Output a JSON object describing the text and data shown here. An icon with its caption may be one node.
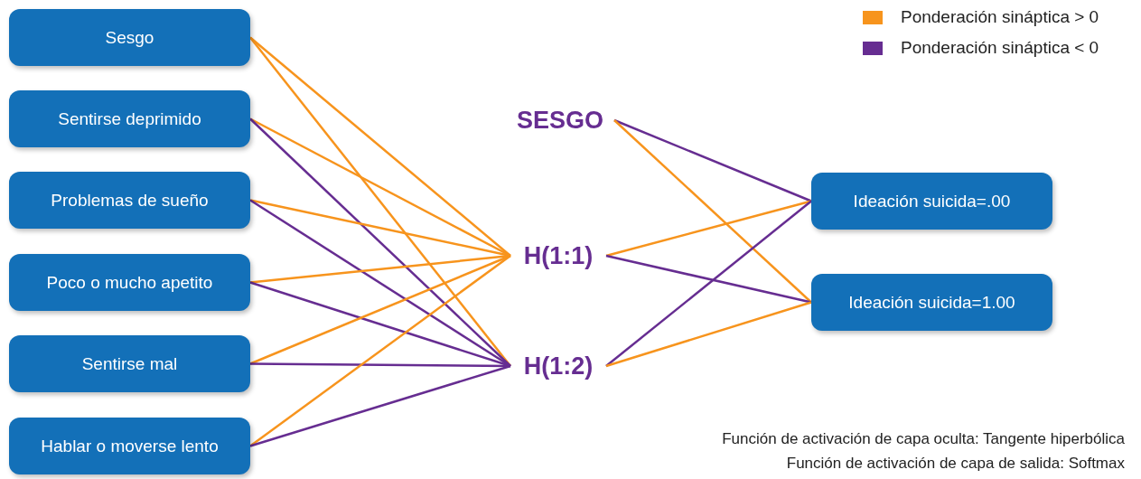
{
  "diagram": {
    "nodes": [
      {
        "text": [
          "Sesgo"
        ]
      },
      {
        "text": [
          "Sentirse deprimido"
        ]
      },
      {
        "text": [
          "Problemas de sueño"
        ]
      },
      {
        "text": [
          "Poco o mucho apetito"
        ]
      },
      {
        "text": [
          "Sentirse mal"
        ]
      },
      {
        "text": [
          "Hablar o moverse lento"
        ]
      },
      {
        "text": [
          "SESGO"
        ]
      },
      {
        "text": [
          "H(1:1)"
        ]
      },
      {
        "text": [
          "H(1:2)"
        ]
      },
      {
        "text": [
          "Ideación suicida=.00"
        ]
      },
      {
        "text": [
          "Ideación suicida=1.00"
        ]
      }
    ],
    "edges": [
      {
        "from": 0,
        "to": 7,
        "arrow": "none",
        "color": "#f7941d"
      },
      {
        "from": 0,
        "to": 8,
        "arrow": "none",
        "color": "#f7941d"
      },
      {
        "from": 1,
        "to": 7,
        "arrow": "none",
        "color": "#f7941d"
      },
      {
        "from": 1,
        "to": 8,
        "arrow": "none",
        "color": "#662d91"
      },
      {
        "from": 2,
        "to": 7,
        "arrow": "none",
        "color": "#f7941d"
      },
      {
        "from": 2,
        "to": 8,
        "arrow": "none",
        "color": "#662d91"
      },
      {
        "from": 3,
        "to": 7,
        "arrow": "none",
        "color": "#f7941d"
      },
      {
        "from": 3,
        "to": 8,
        "arrow": "none",
        "color": "#662d91"
      },
      {
        "from": 4,
        "to": 7,
        "arrow": "none",
        "color": "#f7941d"
      },
      {
        "from": 4,
        "to": 8,
        "arrow": "none",
        "color": "#662d91"
      },
      {
        "from": 5,
        "to": 7,
        "arrow": "none",
        "color": "#f7941d"
      },
      {
        "from": 5,
        "to": 8,
        "arrow": "none",
        "color": "#662d91"
      },
      {
        "from": 6,
        "to": 9,
        "arrow": "none",
        "color": "#662d91"
      },
      {
        "from": 6,
        "to": 10,
        "arrow": "none",
        "color": "#f7941d"
      },
      {
        "from": 7,
        "to": 9,
        "arrow": "none",
        "color": "#f7941d"
      },
      {
        "from": 7,
        "to": 10,
        "arrow": "none",
        "color": "#662d91"
      },
      {
        "from": 8,
        "to": 9,
        "arrow": "none",
        "color": "#662d91"
      },
      {
        "from": 8,
        "to": 10,
        "arrow": "none",
        "color": "#f7941d"
      }
    ],
    "labels": [
      "Función de activación de capa oculta: Tangente hiperbólica",
      "Función de activación de capa de salida: Softmax"
    ],
    "legend": [
      {
        "text": "Ponderación sináptica > 0",
        "color": "#f7941d"
      },
      {
        "text": "Ponderación sináptica < 0",
        "color": "#662d91"
      }
    ]
  }
}
